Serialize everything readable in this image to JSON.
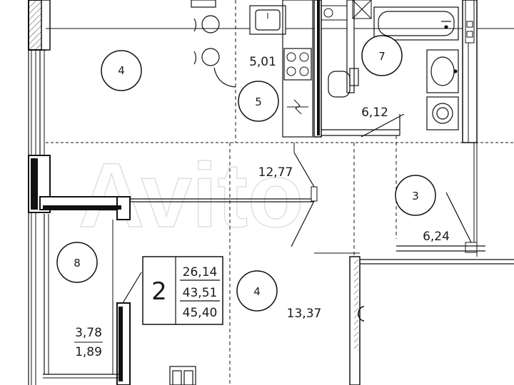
{
  "watermark": "Avito",
  "apartment": {
    "rooms": "2",
    "living_area": "26,14",
    "area": "43,51",
    "total_area": "45,40"
  },
  "rooms": [
    {
      "id": "room-kitchen",
      "number": "4"
    },
    {
      "id": "room-kitchen-niche",
      "number": "5",
      "area": "5,01"
    },
    {
      "id": "room-bathroom",
      "number": "7",
      "area": "6,12"
    },
    {
      "id": "room-hall",
      "area": "12,77"
    },
    {
      "id": "room-corridor",
      "number": "3",
      "area": "6,24"
    },
    {
      "id": "room-bedroom",
      "number": "4",
      "area": "13,37"
    },
    {
      "id": "room-balcony",
      "number": "8",
      "area": "3,78",
      "area_reduced": "1,89"
    }
  ]
}
